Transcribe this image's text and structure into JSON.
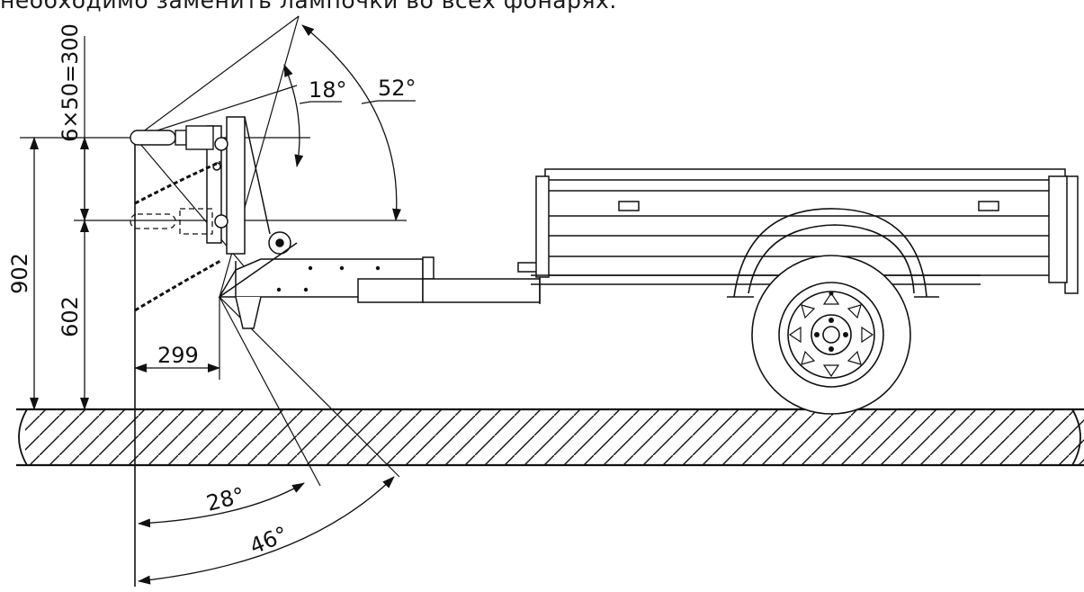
{
  "heading": "необходимо заменить лампочки во всех фонарях.",
  "dimensions": {
    "pitch": "6×50=300",
    "height_top": "902",
    "height_low": "602",
    "offset": "299"
  },
  "angles": {
    "a18": "18°",
    "a52": "52°",
    "a28": "28°",
    "a46": "46°"
  },
  "colors": {
    "line": "#111111",
    "background": "#ffffff"
  }
}
